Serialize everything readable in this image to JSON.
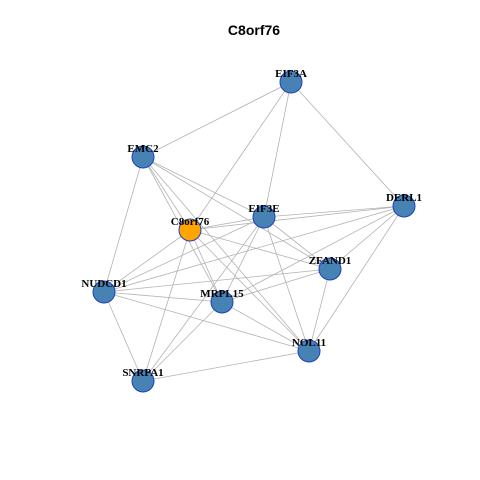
{
  "title": "C8orf76",
  "colors": {
    "node_fill": "#4682b4",
    "node_stroke": "#1f3fbf",
    "focus_fill": "#ffa500",
    "edge": "#b3b3b3"
  },
  "nodes": [
    {
      "id": "EIF3A",
      "label": "EIF3A",
      "focus": false
    },
    {
      "id": "EMC2",
      "label": "EMC2",
      "focus": false
    },
    {
      "id": "DERL1",
      "label": "DERL1",
      "focus": false
    },
    {
      "id": "EIF3E",
      "label": "EIF3E",
      "focus": false
    },
    {
      "id": "C8orf76",
      "label": "C8orf76",
      "focus": true
    },
    {
      "id": "ZFAND1",
      "label": "ZFAND1",
      "focus": false
    },
    {
      "id": "NUDCD1",
      "label": "NUDCD1",
      "focus": false
    },
    {
      "id": "MRPL15",
      "label": "MRPL15",
      "focus": false
    },
    {
      "id": "NOL11",
      "label": "NOL11",
      "focus": false
    },
    {
      "id": "SNRPA1",
      "label": "SNRPA1",
      "focus": false
    }
  ],
  "edges": [
    [
      "EIF3A",
      "EMC2"
    ],
    [
      "EIF3A",
      "C8orf76"
    ],
    [
      "EIF3A",
      "EIF3E"
    ],
    [
      "EIF3A",
      "DERL1"
    ],
    [
      "EMC2",
      "C8orf76"
    ],
    [
      "EMC2",
      "EIF3E"
    ],
    [
      "EMC2",
      "ZFAND1"
    ],
    [
      "EMC2",
      "NUDCD1"
    ],
    [
      "EMC2",
      "MRPL15"
    ],
    [
      "EMC2",
      "NOL11"
    ],
    [
      "C8orf76",
      "EIF3E"
    ],
    [
      "C8orf76",
      "DERL1"
    ],
    [
      "C8orf76",
      "ZFAND1"
    ],
    [
      "C8orf76",
      "NUDCD1"
    ],
    [
      "C8orf76",
      "MRPL15"
    ],
    [
      "C8orf76",
      "SNRPA1"
    ],
    [
      "C8orf76",
      "NOL11"
    ],
    [
      "EIF3E",
      "DERL1"
    ],
    [
      "EIF3E",
      "ZFAND1"
    ],
    [
      "EIF3E",
      "NUDCD1"
    ],
    [
      "EIF3E",
      "MRPL15"
    ],
    [
      "EIF3E",
      "SNRPA1"
    ],
    [
      "EIF3E",
      "NOL11"
    ],
    [
      "DERL1",
      "ZFAND1"
    ],
    [
      "DERL1",
      "MRPL15"
    ],
    [
      "DERL1",
      "NOL11"
    ],
    [
      "DERL1",
      "NUDCD1"
    ],
    [
      "ZFAND1",
      "NUDCD1"
    ],
    [
      "ZFAND1",
      "MRPL15"
    ],
    [
      "ZFAND1",
      "NOL11"
    ],
    [
      "NUDCD1",
      "MRPL15"
    ],
    [
      "NUDCD1",
      "NOL11"
    ],
    [
      "NUDCD1",
      "SNRPA1"
    ],
    [
      "MRPL15",
      "NOL11"
    ],
    [
      "MRPL15",
      "SNRPA1"
    ],
    [
      "SNRPA1",
      "NOL11"
    ]
  ]
}
